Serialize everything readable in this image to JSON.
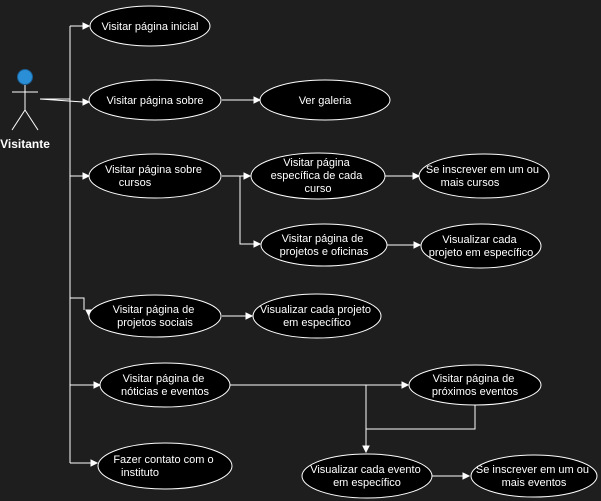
{
  "actor": {
    "label": "Visitante",
    "color": "#2a8fd6"
  },
  "use_cases": {
    "home": {
      "lines": [
        "Visitar página inicial"
      ]
    },
    "about": {
      "lines": [
        "Visitar página sobre"
      ]
    },
    "gallery": {
      "lines": [
        "Ver galeria"
      ]
    },
    "courses": {
      "lines": [
        "Visitar página sobre",
        "cursos"
      ]
    },
    "course_page": {
      "lines": [
        "Visitar página",
        "específica de cada",
        "curso"
      ]
    },
    "enroll_course": {
      "lines": [
        "Se inscrever em um ou",
        "mais cursos"
      ]
    },
    "projects_workshops": {
      "lines": [
        "Visitar página de",
        "projetos e oficinas"
      ]
    },
    "view_project": {
      "lines": [
        "Visualizar cada",
        "projeto em específico"
      ]
    },
    "social_projects": {
      "lines": [
        "Visitar página de",
        "projetos sociais"
      ]
    },
    "view_social_project": {
      "lines": [
        "Visualizar cada projeto",
        "em específico"
      ]
    },
    "news_events": {
      "lines": [
        "Visitar página de",
        "nóticias e eventos"
      ]
    },
    "upcoming_events": {
      "lines": [
        "Visitar página de",
        "próximos eventos"
      ]
    },
    "view_event": {
      "lines": [
        "Visualizar cada evento",
        "em específico"
      ]
    },
    "enroll_event": {
      "lines": [
        "Se inscrever em um ou",
        "mais eventos"
      ]
    },
    "contact": {
      "lines": [
        "Fazer contato com o",
        "instituto"
      ]
    }
  }
}
